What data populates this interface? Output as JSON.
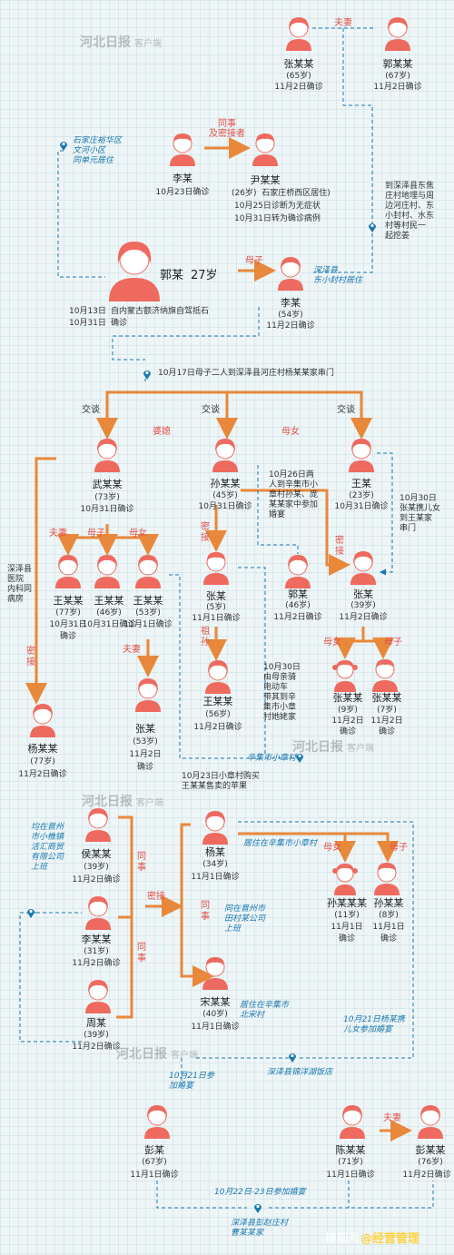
{
  "watermark": {
    "logo": "河北日报",
    "client": "客户端"
  },
  "footer": {
    "source": "搜狐号",
    "author": "@经营管理"
  },
  "colors": {
    "accent": "#e8883a",
    "person": "#ee6a5f",
    "link": "#1a78b0"
  },
  "people": {
    "zhang65": {
      "name": "张某某",
      "age": "(65岁)",
      "date": "11月2日确诊"
    },
    "guo67": {
      "name": "郭某某",
      "age": "(67岁)",
      "date": "11月2日确诊"
    },
    "li_a": {
      "name": "李某",
      "date": "10月23日确诊"
    },
    "yin": {
      "name": "尹某某",
      "age_addr": "(26岁)  石家庄桥西区居住)",
      "line2": "10月25日诊断为无症状",
      "line3": "10月31日转为确诊病例"
    },
    "guo27": {
      "name": "郭某",
      "age": "27岁",
      "l1": "10月13日",
      "l2": "10月31日",
      "r1": "自内蒙古额济纳旗自驾抵石",
      "r2": "确诊"
    },
    "li54": {
      "name": "李某",
      "age": "(54岁)",
      "date": "11月2日确诊"
    },
    "wu": {
      "name": "武某某",
      "age": "(73岁)",
      "date": "10月31日确诊"
    },
    "sun45": {
      "name": "孙某某",
      "age": "(45岁)",
      "date": "10月31日确诊"
    },
    "wang23": {
      "name": "王某",
      "age": "(23岁)",
      "date": "10月31日确诊"
    },
    "wang77": {
      "name": "王某某",
      "age": "(77岁)",
      "date1": "10月31日",
      "date2": "确诊"
    },
    "wang46": {
      "name": "王某某",
      "age": "(46岁)",
      "date": "10月31日确诊"
    },
    "wang53": {
      "name": "王某某",
      "age": "(53岁)",
      "date": "11月1日确诊"
    },
    "zhang5": {
      "name": "张某",
      "age": "(5岁)",
      "date": "11月1日确诊"
    },
    "guo46": {
      "name": "郭某",
      "age": "(46岁)",
      "date": "11月2日确诊"
    },
    "zhang39": {
      "name": "张某",
      "age": "(39岁)",
      "date": "11月2日确诊"
    },
    "wang56": {
      "name": "王某某",
      "age": "(56岁)",
      "date": "11月2日确诊"
    },
    "zhang53": {
      "name": "张某",
      "age": "(53岁)",
      "d1": "11月2日",
      "d2": "确诊"
    },
    "yang77": {
      "name": "杨某某",
      "age": "(77岁)",
      "date": "11月2日确诊"
    },
    "zhang9": {
      "name": "张某某",
      "age": "(9岁)",
      "d1": "11月2日",
      "d2": "确诊"
    },
    "zhang7": {
      "name": "张某某",
      "age": "(7岁)",
      "d1": "11月2日",
      "d2": "确诊"
    },
    "hou": {
      "name": "侯某某",
      "age": "(39岁)",
      "date": "11月2日确诊"
    },
    "li31": {
      "name": "李某某",
      "age": "(31岁)",
      "date": "11月2日确诊"
    },
    "zhou": {
      "name": "周某",
      "age": "(39岁)",
      "date": "11月2日确诊"
    },
    "yang34": {
      "name": "杨某",
      "age": "(34岁)",
      "date": "11月1日确诊"
    },
    "song": {
      "name": "宋某某",
      "age": "(40岁)",
      "date": "11月1日确诊"
    },
    "sun11": {
      "name": "孙某某某",
      "age": "(11岁)",
      "d1": "11月1日",
      "d2": "确诊"
    },
    "sun8": {
      "name": "孙某某",
      "age": "(8岁)",
      "d1": "11月1日",
      "d2": "确诊"
    },
    "peng67": {
      "name": "彭某",
      "age": "(67岁)",
      "date": "11月1日确诊"
    },
    "chen": {
      "name": "陈某某",
      "age": "(71岁)",
      "date": "11月1日确诊"
    },
    "peng76": {
      "name": "彭某某",
      "age": "(76岁)",
      "date": "11月2日确诊"
    }
  },
  "relations": {
    "couple": "夫妻",
    "coworker_contact": "同事\n及密接者",
    "mother_son": "母子",
    "jiaotan": "交谈",
    "in_law": "婆媳",
    "mother_daughter": "母女",
    "close_contact": "密接",
    "grand": "祖孙",
    "coworker": "同事"
  },
  "notes": {
    "sjz_addr": "石家庄裕华区\n文河小区\n同单元居住",
    "shenze_east": "到深泽县东焦\n庄村地埋与周\n边河庄村、东\n小封村、水东\n村等村民一\n起挖姜",
    "dongxiaofeng": "深泽县\n东小封村居住",
    "oct17": "10月17日母子二人到深泽县河庄村杨某某家串门",
    "oct26": "10月26日两\n人到辛集市小\n章村孙某、庞\n某某家中参加\n婚宴",
    "oct30a": "10月30日\n张某携儿女\n到王某家\n串门",
    "hospital": "深泽县\n医院\n内科同\n病房",
    "oct30b": "10月30日\n由母亲骑\n电动车\n带其到辛\n集市小章\n村她姥家",
    "xiaozhang": "辛集市小章村",
    "oct23": "10月23日小章村购买\n王某某售卖的苹果",
    "jinzhou_work": "均在晋州\n市小樵镇\n洁汇商贸\n有限公司\n上班",
    "yang_live": "居住在辛集市小章村",
    "tianchun": "同在晋州市\n田村某公司\n上班",
    "beishen": "居住在辛集市\n北宋村",
    "oct21_yang": "10月21日杨某携\n儿女参加婚宴",
    "jinyang_hotel": "深泽县锦洋湖饭店",
    "oct21_peng": "10月21日参\n加婚宴",
    "oct22_23": "10月22日-23日参加婚宴",
    "zhaozhuang": "深泽县彭赵庄村\n曹某某家"
  }
}
